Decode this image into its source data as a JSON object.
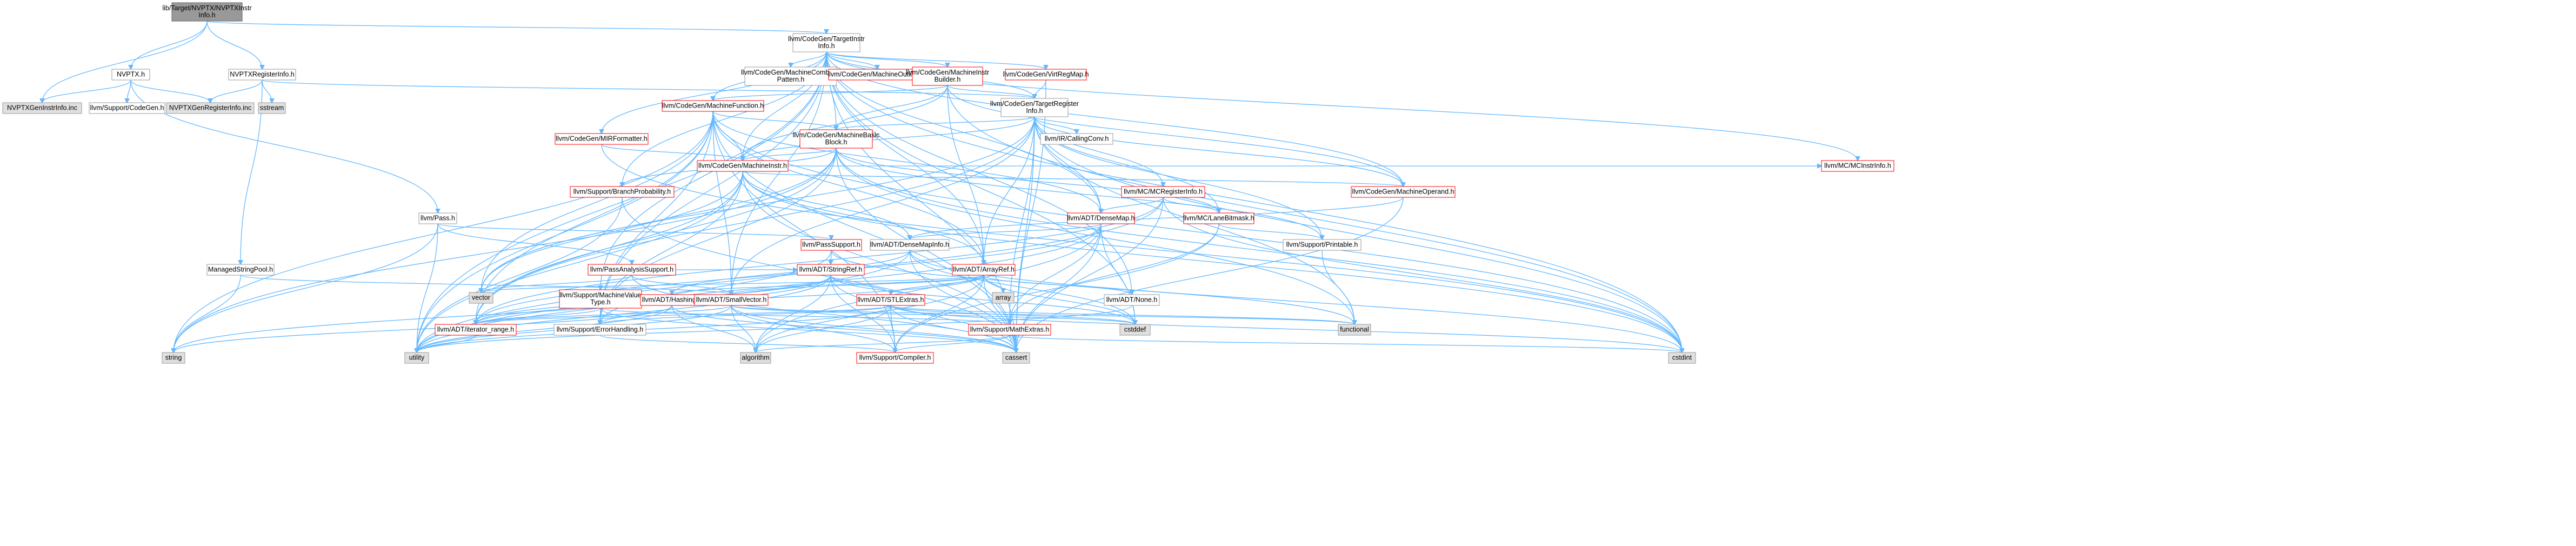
{
  "colors": {
    "edge": "#63b8ff",
    "node_border": "#999999",
    "node_border_truncated": "#ff0000",
    "root_fill": "#999999",
    "external_fill": "#e0e0e0"
  },
  "nodes": [
    {
      "id": "root",
      "lines": [
        "lib/Target/NVPTX/NVPTXInstr",
        "Info.h"
      ],
      "style": "root"
    },
    {
      "id": "nvptx",
      "lines": [
        "NVPTX.h"
      ],
      "style": "normal"
    },
    {
      "id": "nvptxreginfo",
      "lines": [
        "NVPTXRegisterInfo.h"
      ],
      "style": "normal"
    },
    {
      "id": "genInstr",
      "lines": [
        "NVPTXGenInstrInfo.inc"
      ],
      "style": "gray"
    },
    {
      "id": "supportCodeGen",
      "lines": [
        "llvm/Support/CodeGen.h"
      ],
      "style": "normal"
    },
    {
      "id": "genReg",
      "lines": [
        "NVPTXGenRegisterInfo.inc"
      ],
      "style": "gray"
    },
    {
      "id": "sstream",
      "lines": [
        "sstream"
      ],
      "style": "gray"
    },
    {
      "id": "tii",
      "lines": [
        "llvm/CodeGen/TargetInstr",
        "Info.h"
      ],
      "style": "normal"
    },
    {
      "id": "mcombiner",
      "lines": [
        "llvm/CodeGen/MachineCombiner",
        "Pattern.h"
      ],
      "style": "normal"
    },
    {
      "id": "moutliner",
      "lines": [
        "llvm/CodeGen/MachineOutliner.h"
      ],
      "style": "red"
    },
    {
      "id": "mibuilder",
      "lines": [
        "llvm/CodeGen/MachineInstr",
        "Builder.h"
      ],
      "style": "red"
    },
    {
      "id": "virtreg",
      "lines": [
        "llvm/CodeGen/VirtRegMap.h"
      ],
      "style": "red"
    },
    {
      "id": "mcinstrinfo",
      "lines": [
        "llvm/MC/MCInstrInfo.h"
      ],
      "style": "red"
    },
    {
      "id": "mfunction",
      "lines": [
        "llvm/CodeGen/MachineFunction.h"
      ],
      "style": "red"
    },
    {
      "id": "tri",
      "lines": [
        "llvm/CodeGen/TargetRegister",
        "Info.h"
      ],
      "style": "normal"
    },
    {
      "id": "mirformatter",
      "lines": [
        "llvm/CodeGen/MIRFormatter.h"
      ],
      "style": "red"
    },
    {
      "id": "mbb",
      "lines": [
        "llvm/CodeGen/MachineBasic",
        "Block.h"
      ],
      "style": "red"
    },
    {
      "id": "callingconv",
      "lines": [
        "llvm/IR/CallingConv.h"
      ],
      "style": "normal"
    },
    {
      "id": "minstr",
      "lines": [
        "llvm/CodeGen/MachineInstr.h"
      ],
      "style": "red"
    },
    {
      "id": "branchprob",
      "lines": [
        "llvm/Support/BranchProbability.h"
      ],
      "style": "red"
    },
    {
      "id": "mcreginfo",
      "lines": [
        "llvm/MC/MCRegisterInfo.h"
      ],
      "style": "red"
    },
    {
      "id": "moperand",
      "lines": [
        "llvm/CodeGen/MachineOperand.h"
      ],
      "style": "red"
    },
    {
      "id": "pass",
      "lines": [
        "llvm/Pass.h"
      ],
      "style": "normal"
    },
    {
      "id": "densemap",
      "lines": [
        "llvm/ADT/DenseMap.h"
      ],
      "style": "red"
    },
    {
      "id": "lanebitmask",
      "lines": [
        "llvm/MC/LaneBitmask.h"
      ],
      "style": "red"
    },
    {
      "id": "passsupport",
      "lines": [
        "llvm/PassSupport.h"
      ],
      "style": "red"
    },
    {
      "id": "densemapinfo",
      "lines": [
        "llvm/ADT/DenseMapInfo.h"
      ],
      "style": "normal"
    },
    {
      "id": "printable",
      "lines": [
        "llvm/Support/Printable.h"
      ],
      "style": "normal"
    },
    {
      "id": "managedstring",
      "lines": [
        "ManagedStringPool.h"
      ],
      "style": "normal"
    },
    {
      "id": "passanalysis",
      "lines": [
        "llvm/PassAnalysisSupport.h"
      ],
      "style": "red"
    },
    {
      "id": "stringref",
      "lines": [
        "llvm/ADT/StringRef.h"
      ],
      "style": "red"
    },
    {
      "id": "arrayref",
      "lines": [
        "llvm/ADT/ArrayRef.h"
      ],
      "style": "red"
    },
    {
      "id": "array",
      "lines": [
        "array"
      ],
      "style": "gray"
    },
    {
      "id": "vector",
      "lines": [
        "vector"
      ],
      "style": "gray"
    },
    {
      "id": "machinevaluetype",
      "lines": [
        "llvm/Support/MachineValue",
        "Type.h"
      ],
      "style": "red"
    },
    {
      "id": "hashing",
      "lines": [
        "llvm/ADT/Hashing.h"
      ],
      "style": "red"
    },
    {
      "id": "smallvector",
      "lines": [
        "llvm/ADT/SmallVector.h"
      ],
      "style": "red"
    },
    {
      "id": "stlextras",
      "lines": [
        "llvm/ADT/STLExtras.h"
      ],
      "style": "red"
    },
    {
      "id": "none",
      "lines": [
        "llvm/ADT/None.h"
      ],
      "style": "normal"
    },
    {
      "id": "cstddef",
      "lines": [
        "cstddef"
      ],
      "style": "gray"
    },
    {
      "id": "functional",
      "lines": [
        "functional"
      ],
      "style": "gray"
    },
    {
      "id": "mathextras",
      "lines": [
        "llvm/Support/MathExtras.h"
      ],
      "style": "red"
    },
    {
      "id": "iteratorrange",
      "lines": [
        "llvm/ADT/iterator_range.h"
      ],
      "style": "red"
    },
    {
      "id": "errorhandling",
      "lines": [
        "llvm/Support/ErrorHandling.h"
      ],
      "style": "normal"
    },
    {
      "id": "string",
      "lines": [
        "string"
      ],
      "style": "gray"
    },
    {
      "id": "utility",
      "lines": [
        "utility"
      ],
      "style": "gray"
    },
    {
      "id": "algorithm",
      "lines": [
        "algorithm"
      ],
      "style": "gray"
    },
    {
      "id": "compiler",
      "lines": [
        "llvm/Support/Compiler.h"
      ],
      "style": "red"
    },
    {
      "id": "cassert",
      "lines": [
        "cassert"
      ],
      "style": "gray"
    },
    {
      "id": "cstdint",
      "lines": [
        "cstdint"
      ],
      "style": "gray"
    }
  ],
  "edges": [
    [
      "root",
      "nvptx"
    ],
    [
      "root",
      "nvptxreginfo"
    ],
    [
      "root",
      "genInstr"
    ],
    [
      "root",
      "tii"
    ],
    [
      "nvptx",
      "genInstr"
    ],
    [
      "nvptx",
      "supportCodeGen"
    ],
    [
      "nvptx",
      "genReg"
    ],
    [
      "nvptx",
      "pass"
    ],
    [
      "nvptxreginfo",
      "genReg"
    ],
    [
      "nvptxreginfo",
      "sstream"
    ],
    [
      "nvptxreginfo",
      "managedstring"
    ],
    [
      "nvptxreginfo",
      "tri"
    ],
    [
      "tii",
      "mcombiner"
    ],
    [
      "tii",
      "moutliner"
    ],
    [
      "tii",
      "mibuilder"
    ],
    [
      "tii",
      "virtreg"
    ],
    [
      "tii",
      "mcinstrinfo"
    ],
    [
      "tii",
      "mfunction"
    ],
    [
      "tii",
      "tri"
    ],
    [
      "tii",
      "mirformatter"
    ],
    [
      "tii",
      "mbb"
    ],
    [
      "tii",
      "minstr"
    ],
    [
      "tii",
      "branchprob"
    ],
    [
      "tii",
      "moperand"
    ],
    [
      "tii",
      "densemap"
    ],
    [
      "tii",
      "arrayref"
    ],
    [
      "tii",
      "none"
    ],
    [
      "tii",
      "smallvector"
    ],
    [
      "tii",
      "machinevaluetype"
    ],
    [
      "tii",
      "errorhandling"
    ],
    [
      "tii",
      "utility"
    ],
    [
      "tii",
      "cstdint"
    ],
    [
      "tii",
      "cstddef"
    ],
    [
      "tii",
      "cassert"
    ],
    [
      "mibuilder",
      "mfunction"
    ],
    [
      "mibuilder",
      "mbb"
    ],
    [
      "mibuilder",
      "minstr"
    ],
    [
      "mibuilder",
      "moperand"
    ],
    [
      "mibuilder",
      "tri"
    ],
    [
      "mibuilder",
      "arrayref"
    ],
    [
      "mibuilder",
      "cstdint"
    ],
    [
      "virtreg",
      "tri"
    ],
    [
      "virtreg",
      "cassert"
    ],
    [
      "mfunction",
      "mbb"
    ],
    [
      "mfunction",
      "minstr"
    ],
    [
      "mfunction",
      "arrayref"
    ],
    [
      "mfunction",
      "densemap"
    ],
    [
      "mfunction",
      "smallvector"
    ],
    [
      "mfunction",
      "errorhandling"
    ],
    [
      "mfunction",
      "compiler"
    ],
    [
      "mfunction",
      "utility"
    ],
    [
      "mfunction",
      "vector"
    ],
    [
      "mfunction",
      "cassert"
    ],
    [
      "mfunction",
      "cstdint"
    ],
    [
      "mfunction",
      "string"
    ],
    [
      "mfunction",
      "iteratorrange"
    ],
    [
      "tri",
      "mbb"
    ],
    [
      "tri",
      "callingconv"
    ],
    [
      "tri",
      "mcreginfo"
    ],
    [
      "tri",
      "lanebitmask"
    ],
    [
      "tri",
      "printable"
    ],
    [
      "tri",
      "arrayref"
    ],
    [
      "tri",
      "smallvector"
    ],
    [
      "tri",
      "iteratorrange"
    ],
    [
      "tri",
      "mathextras"
    ],
    [
      "tri",
      "cassert"
    ],
    [
      "tri",
      "cstdint"
    ],
    [
      "tri",
      "functional"
    ],
    [
      "tri",
      "vector"
    ],
    [
      "tri",
      "minstr"
    ],
    [
      "tri",
      "moperand"
    ],
    [
      "tri",
      "densemap"
    ],
    [
      "mirformatter",
      "minstr"
    ],
    [
      "mirformatter",
      "cstdint"
    ],
    [
      "mbb",
      "minstr"
    ],
    [
      "mbb",
      "branchprob"
    ],
    [
      "mbb",
      "lanebitmask"
    ],
    [
      "mbb",
      "iteratorrange"
    ],
    [
      "mbb",
      "printable"
    ],
    [
      "mbb",
      "cassert"
    ],
    [
      "mbb",
      "functional"
    ],
    [
      "mbb",
      "string"
    ],
    [
      "mbb",
      "vector"
    ],
    [
      "mbb",
      "cstdint"
    ],
    [
      "mbb",
      "errorhandling"
    ],
    [
      "minstr",
      "moperand"
    ],
    [
      "minstr",
      "densemapinfo"
    ],
    [
      "minstr",
      "arrayref"
    ],
    [
      "minstr",
      "iteratorrange"
    ],
    [
      "minstr",
      "mcinstrinfo"
    ],
    [
      "minstr",
      "errorhandling"
    ],
    [
      "minstr",
      "utility"
    ],
    [
      "minstr",
      "cassert"
    ],
    [
      "minstr",
      "cstdint"
    ],
    [
      "minstr",
      "vector"
    ],
    [
      "branchprob",
      "utility"
    ],
    [
      "branchprob",
      "cassert"
    ],
    [
      "mcreginfo",
      "lanebitmask"
    ],
    [
      "mcreginfo",
      "densemap"
    ],
    [
      "mcreginfo",
      "iteratorrange"
    ],
    [
      "mcreginfo",
      "cassert"
    ],
    [
      "mcreginfo",
      "cstdint"
    ],
    [
      "mcreginfo",
      "utility"
    ],
    [
      "moperand",
      "densemapinfo"
    ],
    [
      "moperand",
      "cassert"
    ],
    [
      "pass",
      "passsupport"
    ],
    [
      "pass",
      "passanalysis"
    ],
    [
      "pass",
      "string"
    ],
    [
      "pass",
      "utility"
    ],
    [
      "densemap",
      "densemapinfo"
    ],
    [
      "densemap",
      "mathextras"
    ],
    [
      "densemap",
      "algorithm"
    ],
    [
      "densemap",
      "cassert"
    ],
    [
      "densemap",
      "cstddef"
    ],
    [
      "densemap",
      "utility"
    ],
    [
      "densemap",
      "iteratorrange"
    ],
    [
      "lanebitmask",
      "printable"
    ],
    [
      "lanebitmask",
      "compiler"
    ],
    [
      "lanebitmask",
      "mathextras"
    ],
    [
      "passsupport",
      "stringref"
    ],
    [
      "passsupport",
      "errorhandling"
    ],
    [
      "passsupport",
      "functional"
    ],
    [
      "densemapinfo",
      "hashing"
    ],
    [
      "densemapinfo",
      "cassert"
    ],
    [
      "densemapinfo",
      "cstddef"
    ],
    [
      "densemapinfo",
      "cstdint"
    ],
    [
      "densemapinfo",
      "utility"
    ],
    [
      "printable",
      "functional"
    ],
    [
      "managedstring",
      "smallvector"
    ],
    [
      "managedstring",
      "string"
    ],
    [
      "passanalysis",
      "smallvector"
    ],
    [
      "passanalysis",
      "stringref"
    ],
    [
      "passanalysis",
      "cassert"
    ],
    [
      "passanalysis",
      "vector"
    ],
    [
      "stringref",
      "stlextras"
    ],
    [
      "stringref",
      "iteratorrange"
    ],
    [
      "stringref",
      "compiler"
    ],
    [
      "stringref",
      "algorithm"
    ],
    [
      "stringref",
      "cassert"
    ],
    [
      "stringref",
      "cstddef"
    ],
    [
      "stringref",
      "string"
    ],
    [
      "stringref",
      "utility"
    ],
    [
      "arrayref",
      "hashing"
    ],
    [
      "arrayref",
      "none"
    ],
    [
      "arrayref",
      "smallvector"
    ],
    [
      "arrayref",
      "stlextras"
    ],
    [
      "arrayref",
      "compiler"
    ],
    [
      "arrayref",
      "algorithm"
    ],
    [
      "arrayref",
      "array"
    ],
    [
      "arrayref",
      "cassert"
    ],
    [
      "arrayref",
      "cstddef"
    ],
    [
      "arrayref",
      "iteratorrange"
    ],
    [
      "arrayref",
      "vector"
    ],
    [
      "machinevaluetype",
      "errorhandling"
    ],
    [
      "machinevaluetype",
      "mathextras"
    ],
    [
      "machinevaluetype",
      "iteratorrange"
    ],
    [
      "machinevaluetype",
      "cassert"
    ],
    [
      "hashing",
      "errorhandling"
    ],
    [
      "hashing",
      "algorithm"
    ],
    [
      "hashing",
      "cassert"
    ],
    [
      "hashing",
      "string"
    ],
    [
      "hashing",
      "utility"
    ],
    [
      "smallvector",
      "compiler"
    ],
    [
      "smallvector",
      "algorithm"
    ],
    [
      "smallvector",
      "cassert"
    ],
    [
      "smallvector",
      "cstddef"
    ],
    [
      "smallvector",
      "functional"
    ],
    [
      "smallvector",
      "utility"
    ],
    [
      "smallvector",
      "iteratorrange"
    ],
    [
      "stlextras",
      "iteratorrange"
    ],
    [
      "stlextras",
      "errorhandling"
    ],
    [
      "stlextras",
      "algorithm"
    ],
    [
      "stlextras",
      "cassert"
    ],
    [
      "stlextras",
      "cstddef"
    ],
    [
      "stlextras",
      "cstdint"
    ],
    [
      "stlextras",
      "functional"
    ],
    [
      "stlextras",
      "utility"
    ],
    [
      "stlextras",
      "compiler"
    ],
    [
      "none",
      "utility"
    ],
    [
      "mathextras",
      "compiler"
    ],
    [
      "mathextras",
      "algorithm"
    ],
    [
      "mathextras",
      "cassert"
    ],
    [
      "mathextras",
      "cstdint"
    ],
    [
      "iteratorrange",
      "utility"
    ],
    [
      "errorhandling",
      "compiler"
    ]
  ]
}
